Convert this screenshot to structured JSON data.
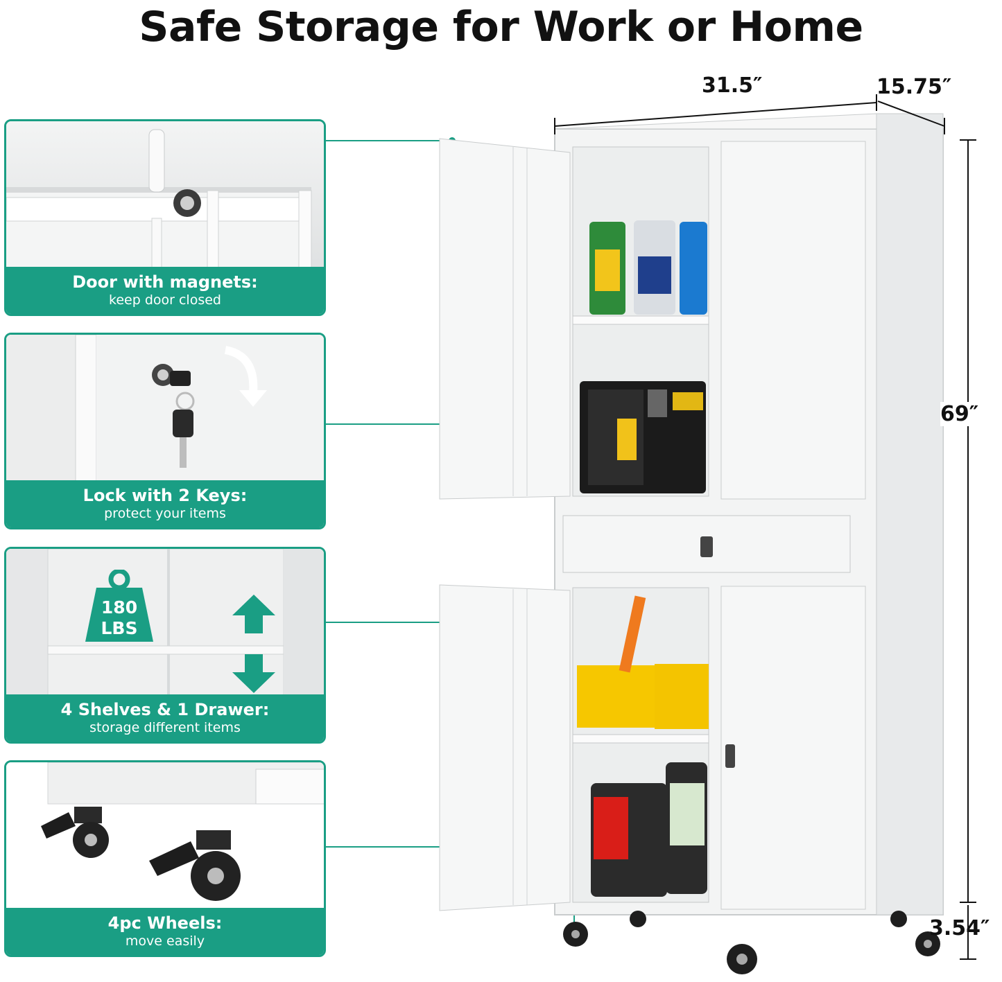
{
  "title": "Safe Storage for Work or Home",
  "features": [
    {
      "heading": "Door with magnets:",
      "sub": "keep door closed",
      "icon": "magnet-icon"
    },
    {
      "heading": "Lock with 2 Keys:",
      "sub": "protect your items",
      "icon": "key-icon"
    },
    {
      "heading": "4 Shelves & 1 Drawer:",
      "sub": "storage different items",
      "icon": "weight-icon",
      "badge_value": "180",
      "badge_unit": "LBS"
    },
    {
      "heading": "4pc Wheels:",
      "sub": "move easily",
      "icon": "wheel-icon"
    }
  ],
  "dimensions": {
    "width": "31.5″",
    "depth": "15.75″",
    "height": "69″",
    "wheel_height": "3.54″"
  },
  "colors": {
    "accent": "#1a9e84",
    "cabinet": "#f2f3f3"
  }
}
